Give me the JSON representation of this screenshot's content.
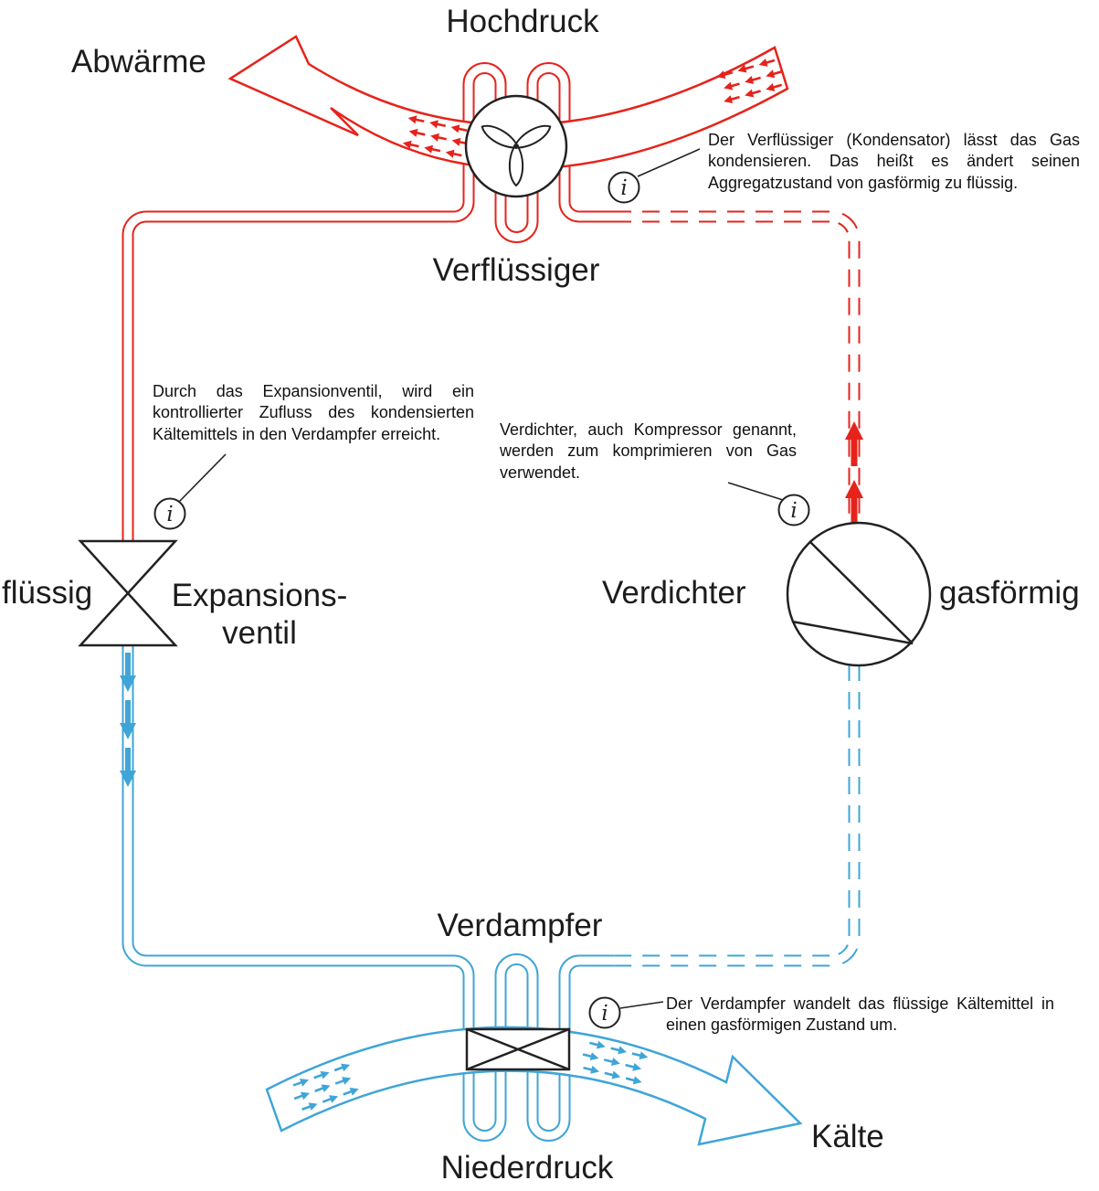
{
  "colors": {
    "hot": "#e6231b",
    "cold": "#3fa5d8",
    "ink": "#1c1c1c"
  },
  "labels": {
    "high_pressure": "Hochdruck",
    "waste_heat": "Abwärme",
    "condenser": "Verflüssiger",
    "liquid": "flüssig",
    "expansion_valve_line1": "Expansions-",
    "expansion_valve_line2": "ventil",
    "compressor": "Verdichter",
    "gaseous": "gasförmig",
    "evaporator": "Verdampfer",
    "low_pressure": "Niederdruck",
    "cold": "Kälte"
  },
  "callouts": {
    "info_symbol": "i",
    "condenser": "Der Verflüssiger (Kondensator) lässt das Gas kondensieren. Das heißt es ändert seinen Aggregatzustand von gasförmig zu flüssig.",
    "expansion_valve": "Durch das Expansionventil, wird ein kontrollierter Zufluss des kondensierten Kältemittels in den Verdampfer erreicht.",
    "compressor": "Verdichter, auch Kompressor genannt, werden zum komprimieren von Gas verwendet.",
    "evaporator": "Der Verdampfer wandelt das flüssige Kältemittel in einen gasförmigen Zustand um."
  }
}
